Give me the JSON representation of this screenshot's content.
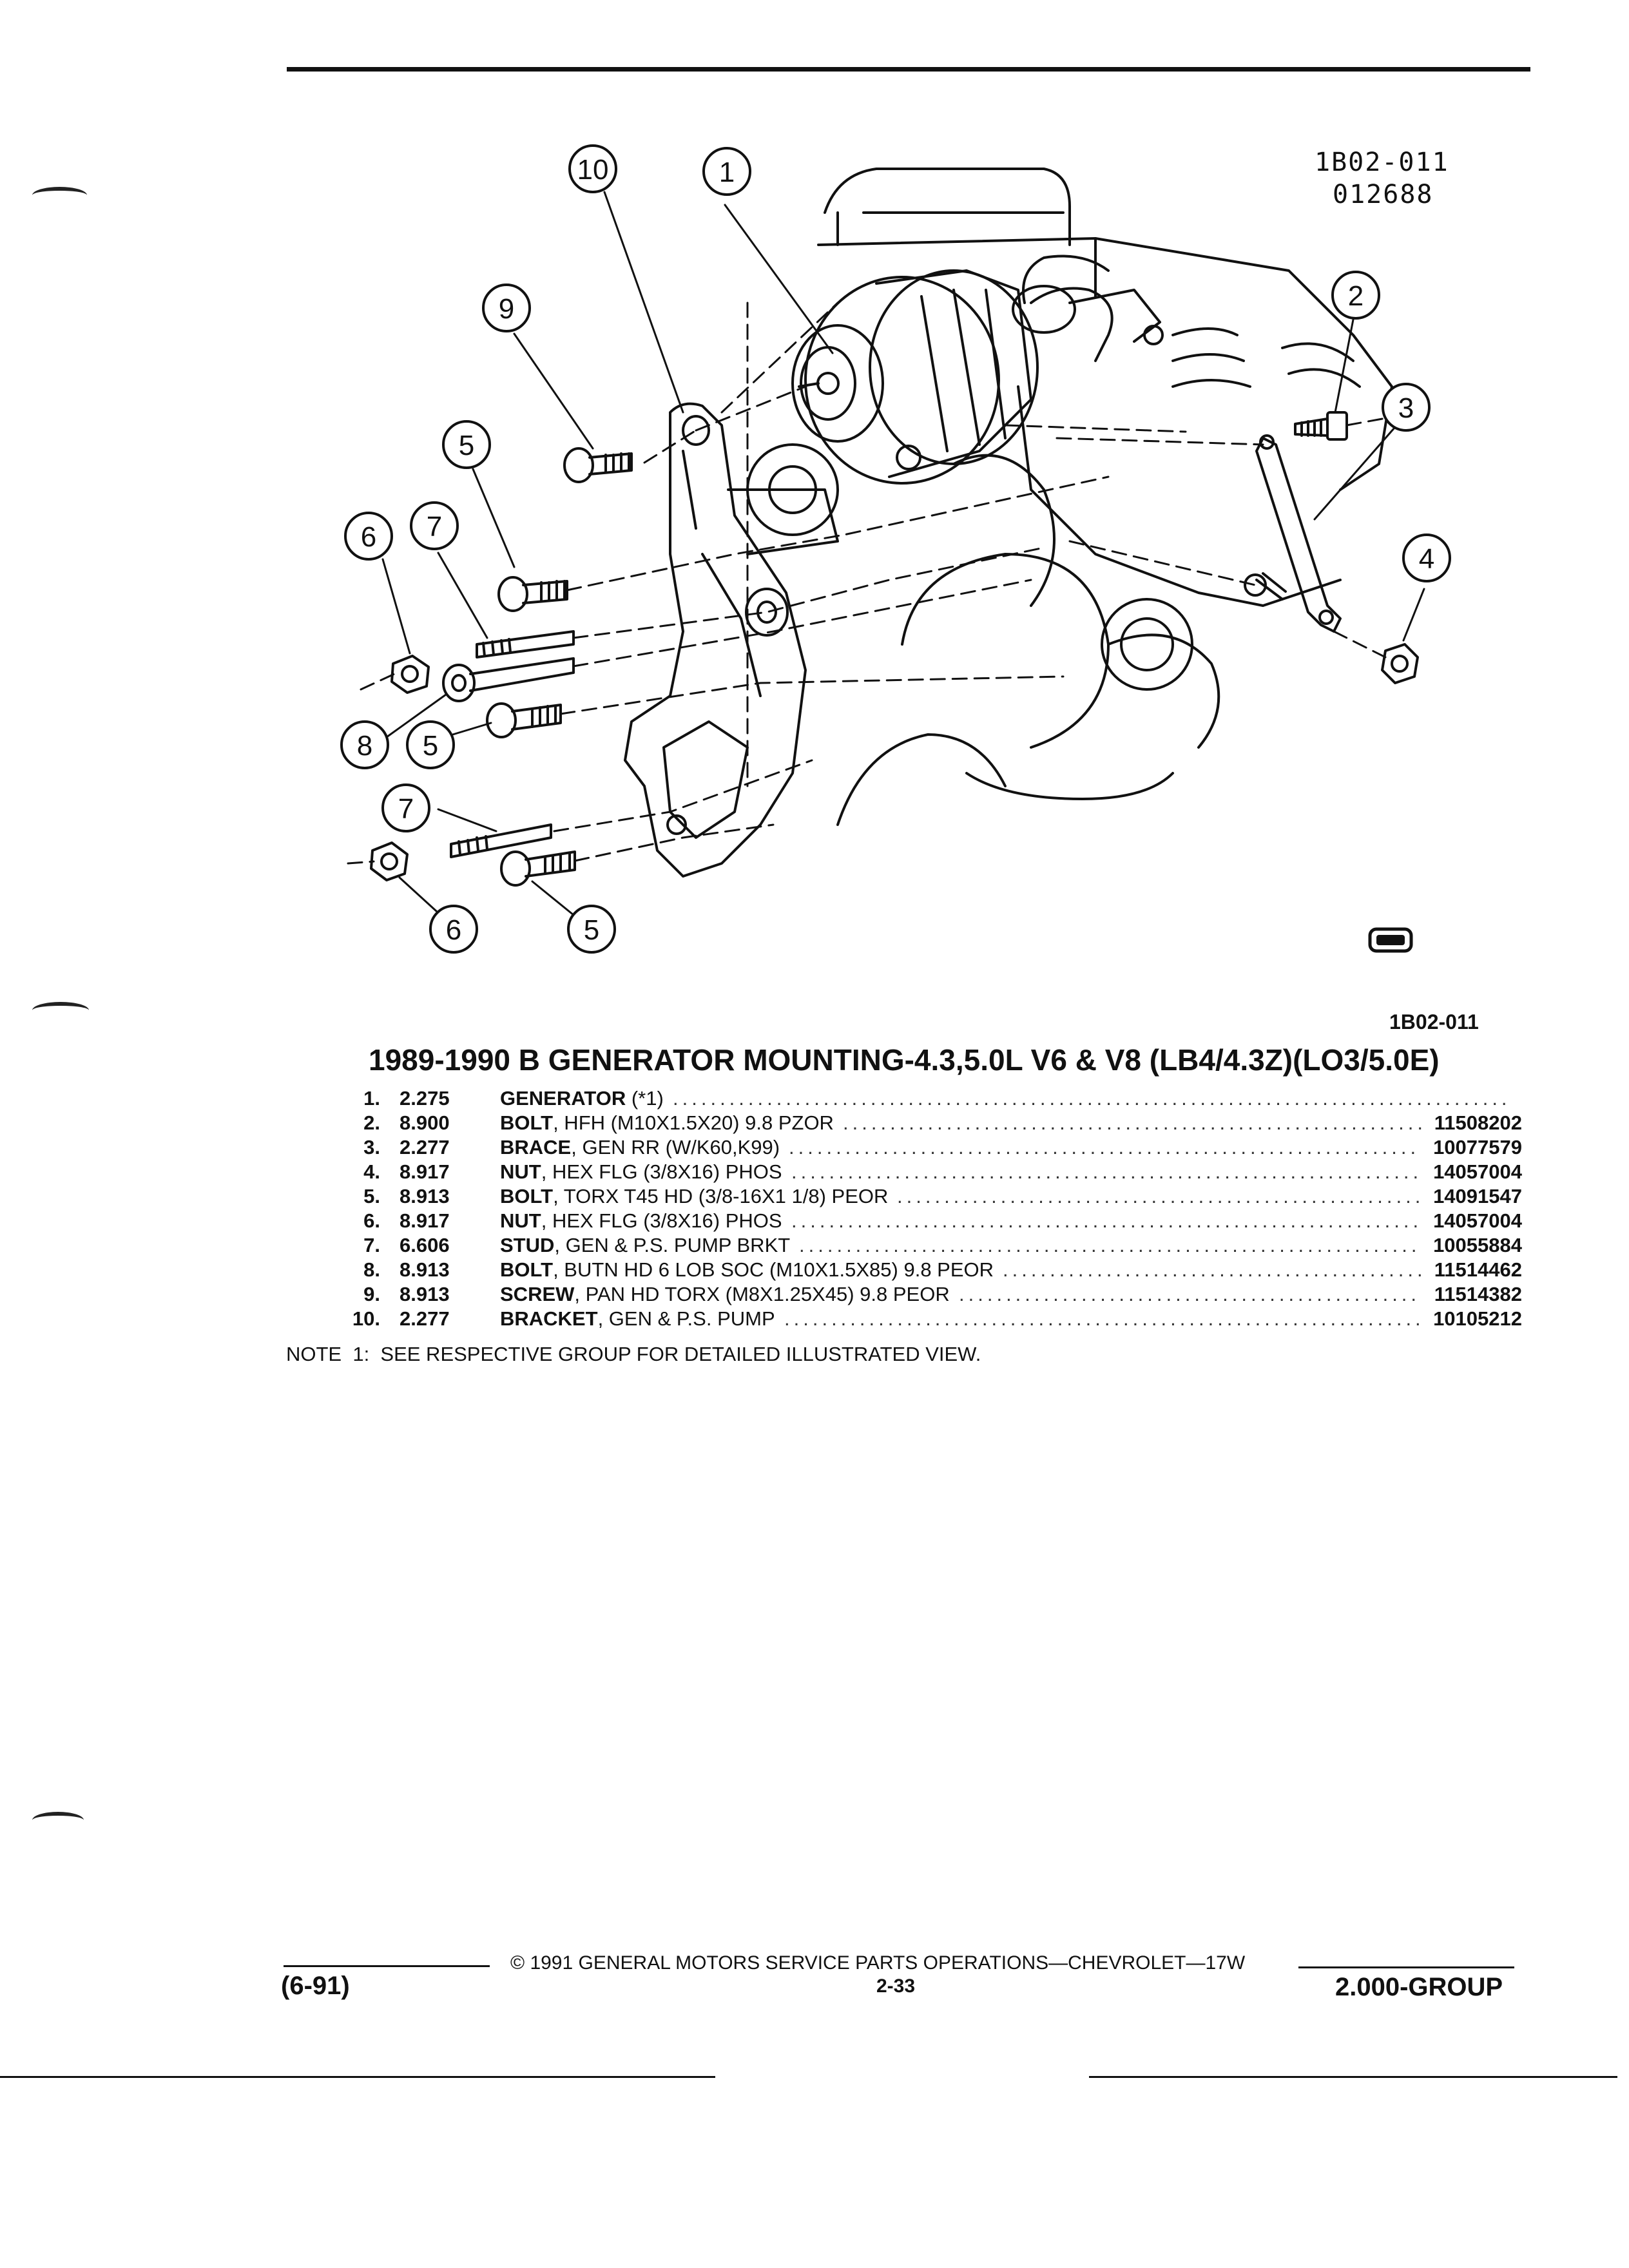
{
  "header": {
    "id_line1": "1B02-011",
    "id_line2": "012688"
  },
  "figure": {
    "callouts": [
      "1",
      "2",
      "3",
      "4",
      "5",
      "6",
      "7",
      "8",
      "9",
      "10"
    ],
    "gm_logo": "GM",
    "code": "1B02-011"
  },
  "section": {
    "title": "1989-1990 B GENERATOR MOUNTING-4.3,5.0L V6 & V8 (LB4/4.3Z)(LO3/5.0E)"
  },
  "parts": [
    {
      "num": "1.",
      "code": "2.275",
      "name": "GENERATOR",
      "desc": " (*1)",
      "part": ""
    },
    {
      "num": "2.",
      "code": "8.900",
      "name": "BOLT",
      "desc": ", HFH (M10X1.5X20) 9.8 PZOR",
      "part": "11508202"
    },
    {
      "num": "3.",
      "code": "2.277",
      "name": "BRACE",
      "desc": ", GEN RR (W/K60,K99)",
      "part": "10077579"
    },
    {
      "num": "4.",
      "code": "8.917",
      "name": "NUT",
      "desc": ", HEX FLG (3/8X16) PHOS",
      "part": "14057004"
    },
    {
      "num": "5.",
      "code": "8.913",
      "name": "BOLT",
      "desc": ", TORX T45 HD (3/8-16X1 1/8) PEOR",
      "part": "14091547"
    },
    {
      "num": "6.",
      "code": "8.917",
      "name": "NUT",
      "desc": ", HEX FLG (3/8X16) PHOS",
      "part": "14057004"
    },
    {
      "num": "7.",
      "code": "6.606",
      "name": "STUD",
      "desc": ", GEN & P.S. PUMP BRKT",
      "part": "10055884"
    },
    {
      "num": "8.",
      "code": "8.913",
      "name": "BOLT",
      "desc": ", BUTN HD 6 LOB SOC (M10X1.5X85) 9.8 PEOR",
      "part": "11514462"
    },
    {
      "num": "9.",
      "code": "8.913",
      "name": "SCREW",
      "desc": ", PAN HD TORX (M8X1.25X45) 9.8 PEOR",
      "part": "11514382"
    },
    {
      "num": "10.",
      "code": "2.277",
      "name": "BRACKET",
      "desc": ", GEN & P.S. PUMP",
      "part": "10105212"
    }
  ],
  "note": "NOTE  1:  SEE RESPECTIVE GROUP FOR DETAILED ILLUSTRATED VIEW.",
  "footer": {
    "date": "(6-91)",
    "copyright": "© 1991 GENERAL MOTORS SERVICE PARTS OPERATIONS—CHEVROLET—17W",
    "page": "2-33",
    "group": "2.000-GROUP"
  },
  "colors": {
    "ink": "#111111",
    "paper": "#ffffff"
  }
}
